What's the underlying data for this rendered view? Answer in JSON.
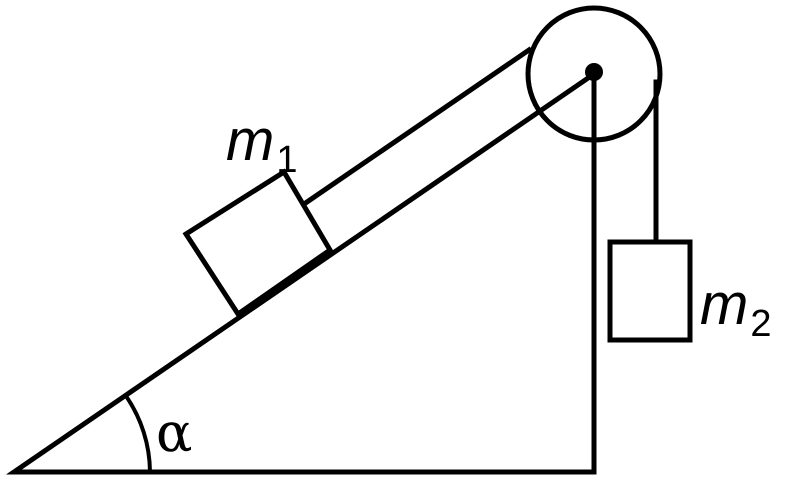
{
  "labels": {
    "m1_base": "m",
    "m1_sub": "1",
    "m2_base": "m",
    "m2_sub": "2",
    "angle": "α"
  },
  "colors": {
    "ink": "#000000",
    "background": "#ffffff"
  }
}
